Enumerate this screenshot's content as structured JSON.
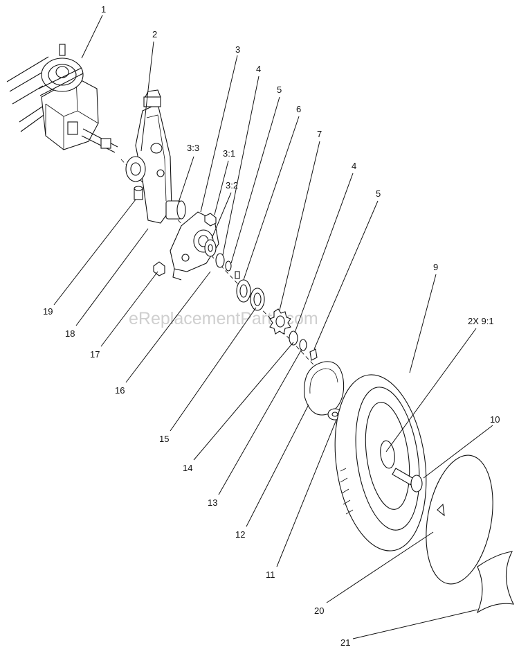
{
  "watermark": "eReplacementParts.com",
  "callouts": [
    {
      "id": "c1",
      "text": "1"
    },
    {
      "id": "c2",
      "text": "2"
    },
    {
      "id": "c3",
      "text": "3"
    },
    {
      "id": "c33",
      "text": "3:3"
    },
    {
      "id": "c31",
      "text": "3:1"
    },
    {
      "id": "c32",
      "text": "3:2"
    },
    {
      "id": "c4a",
      "text": "4"
    },
    {
      "id": "c5a",
      "text": "5"
    },
    {
      "id": "c6",
      "text": "6"
    },
    {
      "id": "c7",
      "text": "7"
    },
    {
      "id": "c4b",
      "text": "4"
    },
    {
      "id": "c5b",
      "text": "5"
    },
    {
      "id": "c9",
      "text": "9"
    },
    {
      "id": "c291",
      "text": "2X 9:1"
    },
    {
      "id": "c10",
      "text": "10"
    },
    {
      "id": "c19",
      "text": "19"
    },
    {
      "id": "c18",
      "text": "18"
    },
    {
      "id": "c17",
      "text": "17"
    },
    {
      "id": "c16",
      "text": "16"
    },
    {
      "id": "c15",
      "text": "15"
    },
    {
      "id": "c14",
      "text": "14"
    },
    {
      "id": "c13",
      "text": "13"
    },
    {
      "id": "c12",
      "text": "12"
    },
    {
      "id": "c11",
      "text": "11"
    },
    {
      "id": "c20",
      "text": "20"
    },
    {
      "id": "c21",
      "text": "21"
    }
  ]
}
